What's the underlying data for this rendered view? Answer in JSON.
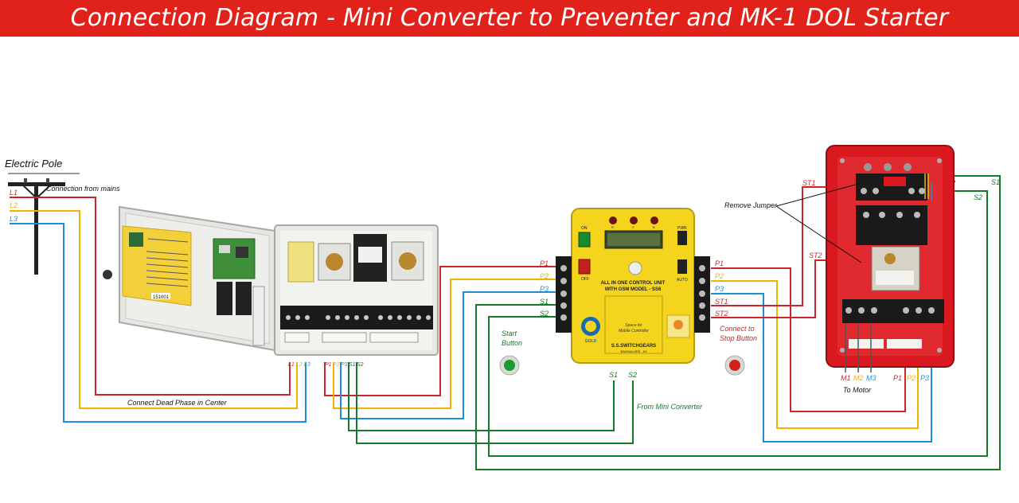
{
  "title": "Connection Diagram - Mini Converter to Preventer and MK-1 DOL Starter",
  "colors": {
    "title_bg": "#e0221b",
    "red_wire": "#c9272d",
    "yellow_wire": "#f0b400",
    "blue_wire": "#1e8fd6",
    "green_wire": "#137a2a",
    "starter_body": "#d9181f",
    "converter_body": "#f4d41c"
  },
  "labels": {
    "electric_pole": "Electric Pole",
    "connection_from_mains": "Connection from mains",
    "connect_dead_phase": "Connect Dead Phase in Center",
    "start_button": "Start Button",
    "connect_to_stop": "Connect to Stop Button",
    "from_mini_converter": "From Mini Converter",
    "remove_jumper": "Remove Jumper",
    "to_motor": "To Motor"
  },
  "pole_lines": [
    "L1",
    "L2",
    "L3"
  ],
  "preventer_terminals": [
    "L1",
    "L2",
    "L3",
    "P1",
    "P2",
    "P3",
    "S1",
    "S2"
  ],
  "converter_left_terminals": [
    "P1",
    "P2",
    "P3",
    "S1",
    "S2"
  ],
  "converter_right_terminals": [
    "P1",
    "P2",
    "P3",
    "ST1",
    "ST2"
  ],
  "converter_bottom_terminals": [
    "S1",
    "S2"
  ],
  "starter_labels": {
    "st1": "ST1",
    "st2": "ST2",
    "s1": "S1",
    "s2": "S2",
    "motor": [
      "M1",
      "M2",
      "M3"
    ],
    "input": [
      "P1",
      "P2",
      "P3"
    ]
  },
  "converter_panel": {
    "on": "ON",
    "off": "OFF",
    "pwr": "PWR",
    "auto": "AUTO",
    "leds": [
      "R",
      "Y",
      "B"
    ],
    "line1": "ALL IN ONE CONTROL UNIT",
    "line2": "WITH GSM MODEL - SS6",
    "space1": "Space for",
    "space2": "Mobile Controller",
    "brand": "S.S.SWITCHGEARS",
    "city": "BANGALORE - 63",
    "logo": "GOLD"
  },
  "preventer_sticker": "151001"
}
